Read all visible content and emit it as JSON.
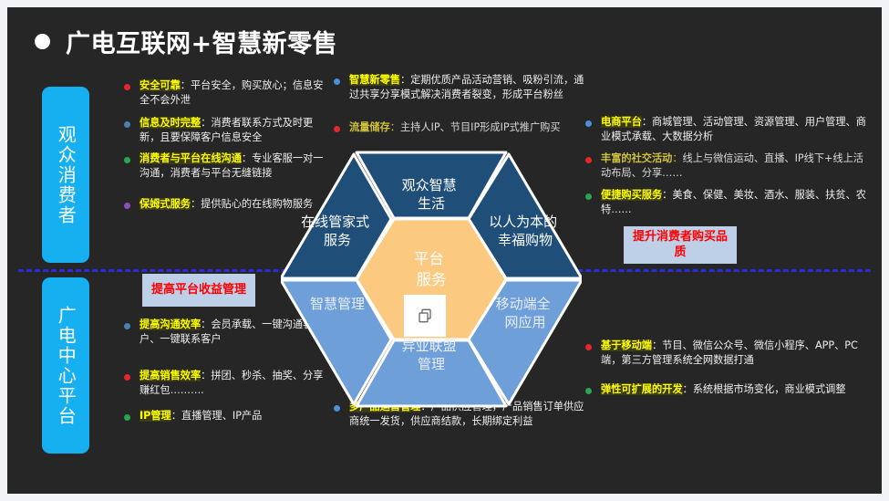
{
  "slide": {
    "title": "广电互联网+智慧新零售",
    "title_bullet": "filled-circle",
    "background_color": "#262626",
    "accent_color": "#16b0f0",
    "divider_color": "#2b2bdd"
  },
  "side_tabs": [
    {
      "label": "观众消费者"
    },
    {
      "label": "广电中心平台"
    }
  ],
  "highlight_boxes": {
    "left": "提高平台收益管理",
    "right": "提升消费者购买品质"
  },
  "bullets": {
    "top_left": [
      {
        "dot": "#e8262a",
        "head": "安全可靠",
        "sep": "：",
        "body": "平台安全，购买放心；信息安全不会外泄",
        "head_color": "#ffff00"
      },
      {
        "dot": "#4a7fb5",
        "head": "信息及时完整",
        "sep": "：",
        "body": "消费者联系方式及时更新，且要保障客户信息安全",
        "head_color": "#ffff00"
      },
      {
        "dot": "#2aa44f",
        "head": "消费者与平台在线沟通",
        "sep": "：",
        "body": "专业客服一对一沟通，消费者与平台无缝链接",
        "head_color": "#ffff00"
      },
      {
        "dot": "#8a4fbf",
        "head": "保姆式服务",
        "sep": "：",
        "body": "提供贴心的在线购物服务",
        "head_color": "#ffff00"
      }
    ],
    "top_center": [
      {
        "dot": "#4a90d9",
        "head": "智慧新零售",
        "sep": "：",
        "body": "定期优质产品活动营销、吸粉引流，通过共享分享模式解决消费者裂变，形成平台粉丝",
        "head_color": "#ffff00"
      },
      {
        "dot": "#e8262a",
        "head": "流量储存",
        "sep": "：",
        "body": "主持人IP、节目IP形成IP式推广购买",
        "head_color": "#cfc23c"
      }
    ],
    "top_right": [
      {
        "dot": "#4a90d9",
        "head": "电商平台",
        "sep": "：",
        "body": "商城管理、活动管理、资源管理、用户管理、商业模式承载、大数据分析",
        "head_color": "#ffff00"
      },
      {
        "dot": "#e8262a",
        "head": "丰富的社交活动",
        "sep": "：",
        "body": "线上与微信运动、直播、IP线下+线上活动布局、分享……",
        "head_color": "#cfc23c"
      },
      {
        "dot": "#2aa44f",
        "head": "便捷购买服务",
        "sep": "：",
        "body": "美食、保健、美妆、酒水、服装、扶贫、农特……",
        "head_color": "#ffff00"
      }
    ],
    "bottom_left": [
      {
        "dot": "#4a7fb5",
        "head": "提高沟通效率",
        "sep": "：",
        "body": "会员承载、一键沟通客户、一键联系客户",
        "head_color": "#ffff00"
      },
      {
        "dot": "#e8262a",
        "head": "提高销售效率",
        "sep": "：",
        "body": "拼团、秒杀、抽奖、分享赚红包……….",
        "head_color": "#ffff00"
      },
      {
        "dot": "#2aa44f",
        "head": "IP管理",
        "sep": "：",
        "body": "直播管理、IP产品",
        "head_color": "#ffff00"
      }
    ],
    "bottom_center": [
      {
        "dot": "#4a90d9",
        "head": "多产品运营管理",
        "sep": "：",
        "body": "产品供应管理，产品销售订单供应商统一发货，供应商结款，长期绑定利益",
        "head_color": "#ffff00"
      }
    ],
    "bottom_right": [
      {
        "dot": "#e8262a",
        "head": "基于移动端",
        "sep": "：",
        "body": "节目、微信公众号、微信小程序、APP、PC端，第三方管理系统全网数据打通",
        "head_color": "#ffff00"
      },
      {
        "dot": "#2aa44f",
        "head": "弹性可扩展的开发",
        "sep": "：",
        "body": "系统根据市场变化，商业模式调整",
        "head_color": "#ffff00"
      }
    ]
  },
  "hexagon": {
    "core": {
      "line1": "平台",
      "line2": "服务",
      "color": "#fbc97f"
    },
    "dark_color": "#1f4e79",
    "light_color": "#6f9fd8",
    "segments": [
      {
        "id": "top",
        "line1": "观众智慧",
        "line2": "生活",
        "tone": "dark"
      },
      {
        "id": "top-right",
        "line1": "以人为本的",
        "line2": "幸福购物",
        "tone": "dark"
      },
      {
        "id": "top-left",
        "line1": "在线管家式",
        "line2": "服务",
        "tone": "dark"
      },
      {
        "id": "bottom-left",
        "line1": "智慧管理",
        "line2": "",
        "tone": "light"
      },
      {
        "id": "bottom",
        "line1": "异业联盟",
        "line2": "管理",
        "tone": "light"
      },
      {
        "id": "bottom-right",
        "line1": "移动端全",
        "line2": "网应用",
        "tone": "light"
      }
    ],
    "badge_icon": "copy-icon"
  }
}
